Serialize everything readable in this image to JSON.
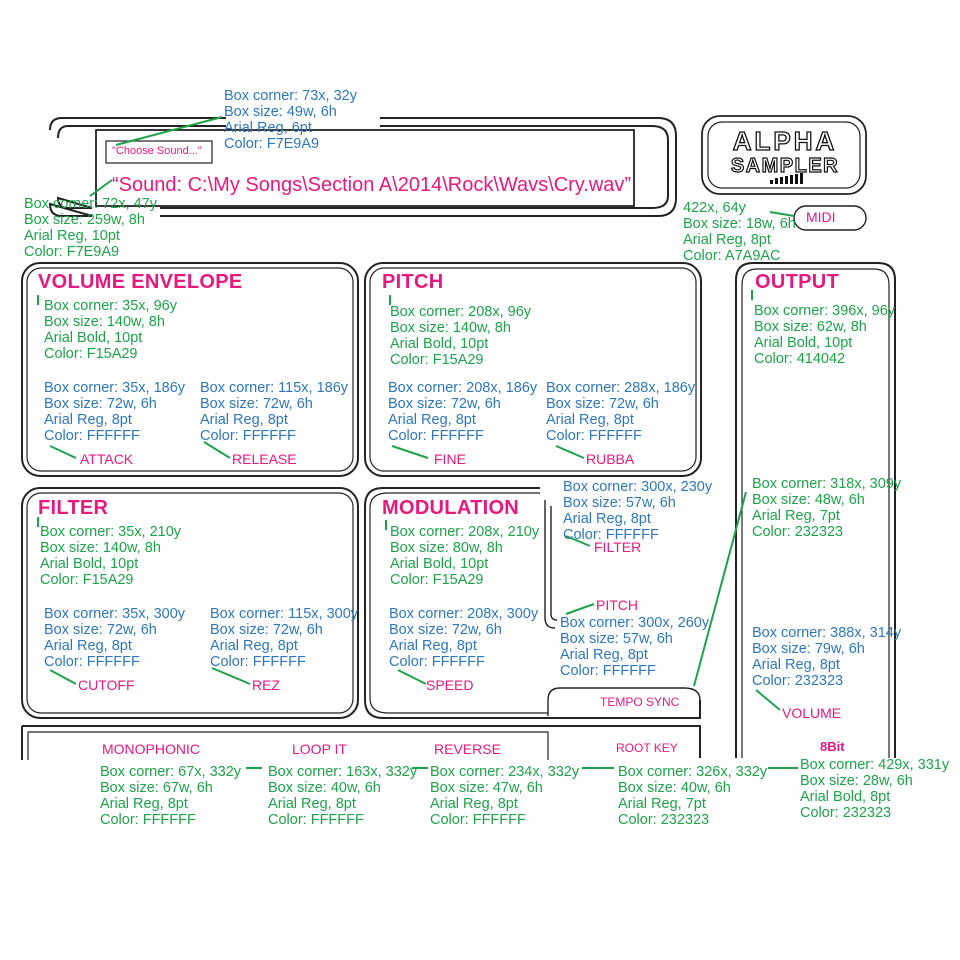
{
  "colors": {
    "pink": "#E5197F",
    "blue": "#2E77B8",
    "green": "#1EA24A",
    "outline": "#222222"
  },
  "header": {
    "choose_sound": "\"Choose Sound...\"",
    "sound_path": "“Sound: C:\\My Songs\\Section A\\2014\\Rock\\Wavs\\Cry.wav”",
    "midi": "MIDI",
    "logo_line1": "ALPHA",
    "logo_line2": "SAMPLER"
  },
  "sections": {
    "volume_envelope": "VOLUME ENVELOPE",
    "pitch": "PITCH",
    "output": "OUTPUT",
    "filter": "FILTER",
    "modulation": "MODULATION"
  },
  "labels": {
    "attack": "ATTACK",
    "release": "RELEASE",
    "fine": "FINE",
    "rubba": "RUBBA",
    "cutoff": "CUTOFF",
    "rez": "REZ",
    "speed": "SPEED",
    "mod_filter": "FILTER",
    "mod_pitch": "PITCH",
    "tempo_sync": "TEMPO SYNC",
    "volume": "VOLUME",
    "monophonic": "MONOPHONIC",
    "loop_it": "LOOP IT",
    "reverse": "REVERSE",
    "root_key": "ROOT KEY",
    "eight_bit": "8Bit"
  },
  "annotations": {
    "choose_sound": [
      "Box corner: 73x, 32y",
      "Box size: 49w, 6h",
      "Arial Reg, 6pt",
      "Color: F7E9A9"
    ],
    "sound_path": [
      "Box corner: 72x, 47y",
      "Box size: 259w, 8h",
      "Arial Reg, 10pt",
      "Color: F7E9A9"
    ],
    "midi": [
      "422x, 64y",
      "Box size: 18w, 6h",
      "Arial Reg, 8pt",
      "Color: A7A9AC"
    ],
    "volume_envelope": [
      "Box corner: 35x, 96y",
      "Box size: 140w, 8h",
      "Arial Bold, 10pt",
      "Color: F15A29"
    ],
    "pitch": [
      "Box corner: 208x, 96y",
      "Box size: 140w, 8h",
      "Arial Bold, 10pt",
      "Color: F15A29"
    ],
    "output": [
      "Box corner: 396x, 96y",
      "Box size: 62w, 8h",
      "Arial Bold, 10pt",
      "Color: 414042"
    ],
    "attack": [
      "Box corner: 35x, 186y",
      "Box size: 72w, 6h",
      "Arial Reg, 8pt",
      "Color: FFFFFF"
    ],
    "release": [
      "Box corner: 115x, 186y",
      "Box size: 72w, 6h",
      "Arial Reg, 8pt",
      "Color: FFFFFF"
    ],
    "fine": [
      "Box corner: 208x, 186y",
      "Box size: 72w, 6h",
      "Arial Reg, 8pt",
      "Color: FFFFFF"
    ],
    "rubba": [
      "Box corner: 288x, 186y",
      "Box size: 72w, 6h",
      "Arial Reg, 8pt",
      "Color: FFFFFF"
    ],
    "mod_filter": [
      "Box corner: 300x, 230y",
      "Box size: 57w, 6h",
      "Arial Reg, 8pt",
      "Color: FFFFFF"
    ],
    "tempo_sync": [
      "Box corner: 318x, 309y",
      "Box size: 48w, 6h",
      "Arial Reg, 7pt",
      "Color: 232323"
    ],
    "filter": [
      "Box corner: 35x, 210y",
      "Box size: 140w, 8h",
      "Arial Bold, 10pt",
      "Color: F15A29"
    ],
    "modulation": [
      "Box corner: 208x, 210y",
      "Box size: 80w, 8h",
      "Arial Bold, 10pt",
      "Color: F15A29"
    ],
    "cutoff": [
      "Box corner: 35x, 300y",
      "Box size: 72w, 6h",
      "Arial Reg, 8pt",
      "Color: FFFFFF"
    ],
    "rez": [
      "Box corner: 115x, 300y",
      "Box size: 72w, 6h",
      "Arial Reg, 8pt",
      "Color: FFFFFF"
    ],
    "speed": [
      "Box corner: 208x, 300y",
      "Box size: 72w, 6h",
      "Arial Reg, 8pt",
      "Color: FFFFFF"
    ],
    "mod_pitch": [
      "Box corner: 300x, 260y",
      "Box size: 57w, 6h",
      "Arial Reg, 8pt",
      "Color: FFFFFF"
    ],
    "volume": [
      "Box corner: 388x, 314y",
      "Box size: 79w, 6h",
      "Arial Reg, 8pt",
      "Color: 232323"
    ],
    "monophonic": [
      "Box corner: 67x, 332y",
      "Box size: 67w, 6h",
      "Arial Reg, 8pt",
      "Color: FFFFFF"
    ],
    "loop_it": [
      "Box corner: 163x, 332y",
      "Box size: 40w, 6h",
      "Arial Reg, 8pt",
      "Color: FFFFFF"
    ],
    "reverse": [
      "Box corner: 234x, 332y",
      "Box size: 47w, 6h",
      "Arial Reg, 8pt",
      "Color: FFFFFF"
    ],
    "root_key": [
      "Box corner: 326x, 332y",
      "Box size: 40w, 6h",
      "Arial Reg, 7pt",
      "Color: 232323"
    ],
    "eight_bit": [
      "Box corner: 429x, 331y",
      "Box size: 28w, 6h",
      "Arial Bold, 8pt",
      "Color: 232323"
    ]
  }
}
